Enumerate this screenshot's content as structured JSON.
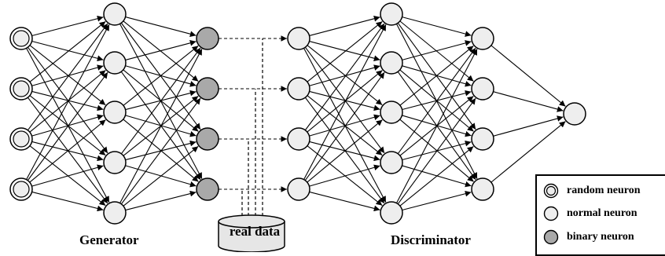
{
  "labels": {
    "generator": "Generator",
    "discriminator": "Discriminator",
    "real_data": "real data"
  },
  "legend": {
    "random": "random neuron",
    "normal": "normal neuron",
    "binary": "binary neuron"
  },
  "colors": {
    "normal_fill": "#eeeeee",
    "binary_fill": "#a9a9a9",
    "stroke": "#000000"
  }
}
